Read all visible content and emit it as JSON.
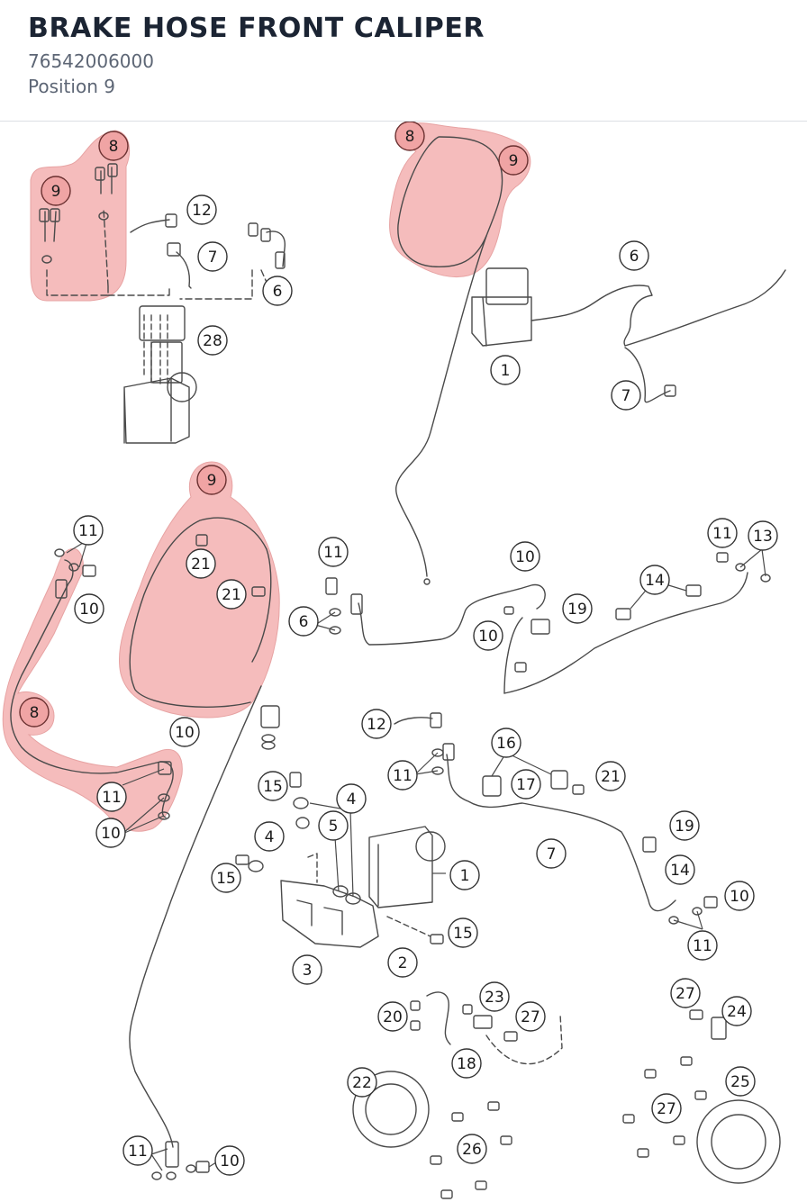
{
  "header": {
    "title": "BRAKE HOSE FRONT CALIPER",
    "part_number": "76542006000",
    "position": "Position 9"
  },
  "colors": {
    "highlight_fill": "#f2a6a6",
    "highlight_stroke": "#d98a8a",
    "line": "#4a4a4a",
    "text": "#1b2433",
    "subtext": "#5d6675"
  },
  "callouts": [
    "8",
    "9",
    "12",
    "7",
    "6",
    "28",
    "8",
    "9",
    "6",
    "1",
    "7",
    "9",
    "11",
    "10",
    "21",
    "21",
    "8",
    "10",
    "11",
    "10",
    "11",
    "6",
    "10",
    "11",
    "13",
    "14",
    "19",
    "10",
    "12",
    "16",
    "11",
    "21",
    "17",
    "15",
    "4",
    "5",
    "4",
    "15",
    "1",
    "19",
    "7",
    "14",
    "10",
    "11",
    "15",
    "3",
    "2",
    "27",
    "23",
    "20",
    "27",
    "24",
    "18",
    "22",
    "25",
    "27",
    "26",
    "11",
    "10"
  ],
  "highlighted_callouts": [
    "8",
    "9"
  ]
}
